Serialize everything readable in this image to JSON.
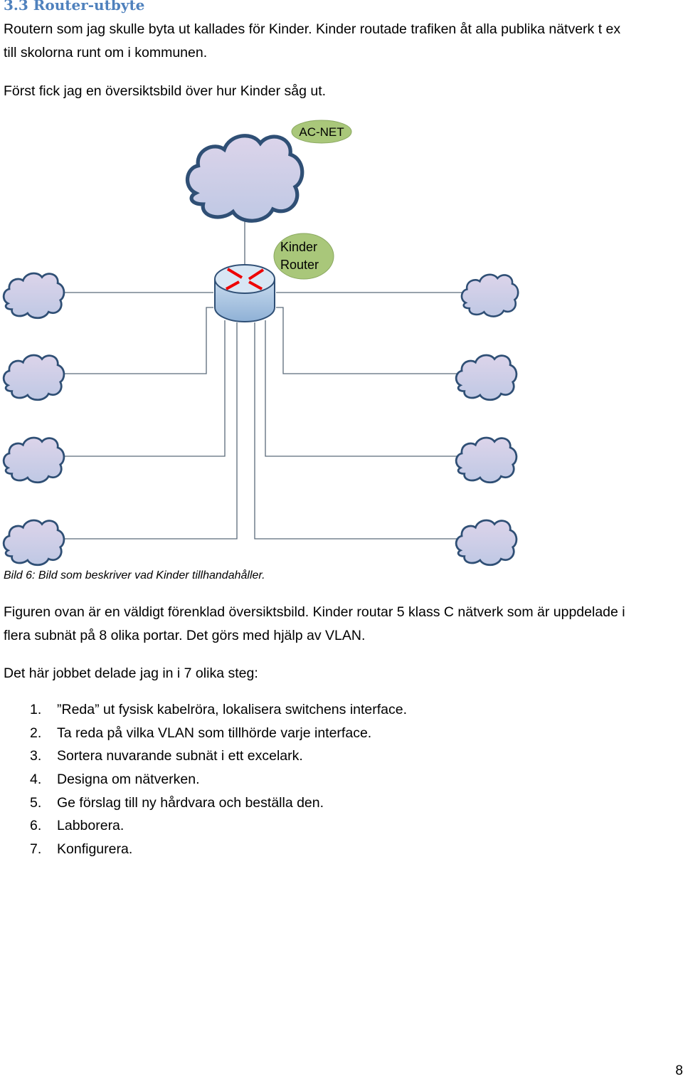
{
  "heading": "3.3 Router-utbyte",
  "para1_line1": "Routern som jag skulle byta ut kallades för Kinder. Kinder routade trafiken åt alla publika nätverk t ex",
  "para1_line2": "till skolorna runt om i kommunen.",
  "para2": "Först fick jag en översiktsbild över hur Kinder såg ut.",
  "diagram": {
    "acnet_label": "AC-NET",
    "router_label_1": "Kinder",
    "router_label_2": "Router"
  },
  "caption": "Bild 6: Bild som beskriver vad Kinder tillhandahåller.",
  "para3_line1": "Figuren ovan är en väldigt förenklad översiktsbild. Kinder routar 5 klass C nätverk som är uppdelade i",
  "para3_line2": "flera subnät på 8 olika portar. Det görs med hjälp av VLAN.",
  "para4": "Det här jobbet delade jag in i 7 olika steg:",
  "steps": [
    {
      "n": "1.",
      "text": "”Reda” ut fysisk kabelröra, lokalisera switchens interface."
    },
    {
      "n": "2.",
      "text": "Ta reda på vilka VLAN som tillhörde varje interface."
    },
    {
      "n": "3.",
      "text": "Sortera nuvarande subnät i ett excelark."
    },
    {
      "n": "4.",
      "text": "Designa om nätverken."
    },
    {
      "n": "5.",
      "text": "Ge förslag till ny hårdvara och beställa den."
    },
    {
      "n": "6.",
      "text": "Labborera."
    },
    {
      "n": "7.",
      "text": "Konfigurera."
    }
  ],
  "page_number": "8"
}
